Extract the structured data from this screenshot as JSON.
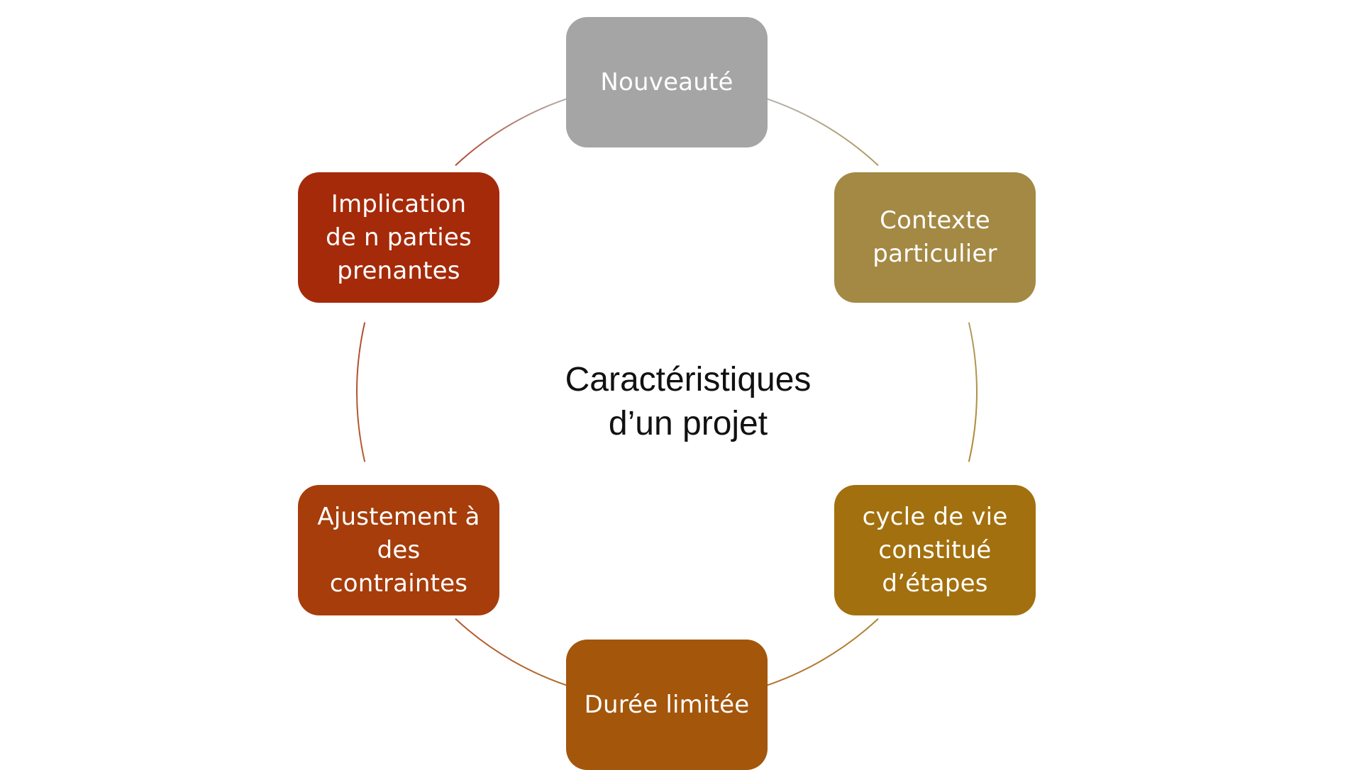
{
  "diagram": {
    "center_title": {
      "line1": "Caractéristiques",
      "line2": "d’un projet"
    },
    "nodes": [
      {
        "id": "nouveaute",
        "label": "Nouveauté",
        "color": "#A5A5A5"
      },
      {
        "id": "contexte",
        "label": "Contexte\nparticulier",
        "color": "#A38944"
      },
      {
        "id": "cycle",
        "label": "cycle de vie\nconstitué\nd’étapes",
        "color": "#A2700E"
      },
      {
        "id": "duree",
        "label": "Durée limitée",
        "color": "#A4560B"
      },
      {
        "id": "ajustement",
        "label": "Ajustement à\ndes\ncontraintes",
        "color": "#A63D0B"
      },
      {
        "id": "implication",
        "label": "Implication\nde  n parties\nprenantes",
        "color": "#A52A0A"
      }
    ],
    "text_color": "#FFFFFF"
  }
}
